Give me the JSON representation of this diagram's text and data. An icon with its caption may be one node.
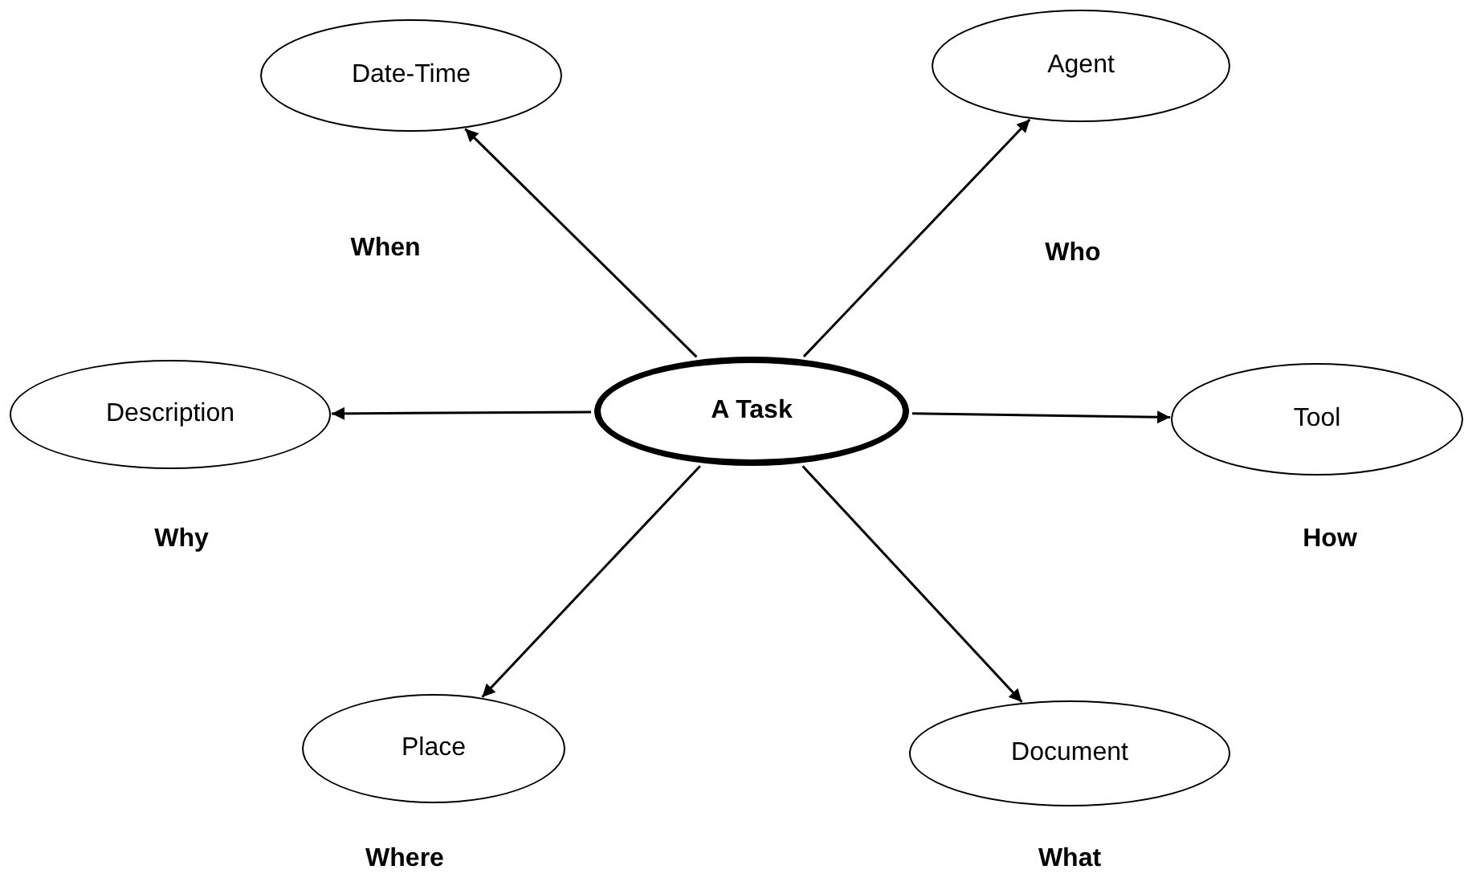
{
  "diagram": {
    "nodes": [
      {
        "text": [
          "A Task"
        ]
      },
      {
        "text": [
          "Date-Time"
        ]
      },
      {
        "text": [
          "Agent"
        ]
      },
      {
        "text": [
          "Description"
        ]
      },
      {
        "text": [
          "Tool"
        ]
      },
      {
        "text": [
          "Place"
        ]
      },
      {
        "text": [
          "Document"
        ]
      }
    ],
    "edges": [
      {
        "from": 0,
        "to": 1,
        "arrow": "to"
      },
      {
        "from": 0,
        "to": 2,
        "arrow": "to"
      },
      {
        "from": 0,
        "to": 3,
        "arrow": "to"
      },
      {
        "from": 0,
        "to": 4,
        "arrow": "to"
      },
      {
        "from": 0,
        "to": 5,
        "arrow": "to"
      },
      {
        "from": 0,
        "to": 6,
        "arrow": "to"
      }
    ],
    "labels": [
      "When",
      "Who",
      "Why",
      "How",
      "Where",
      "What"
    ]
  }
}
